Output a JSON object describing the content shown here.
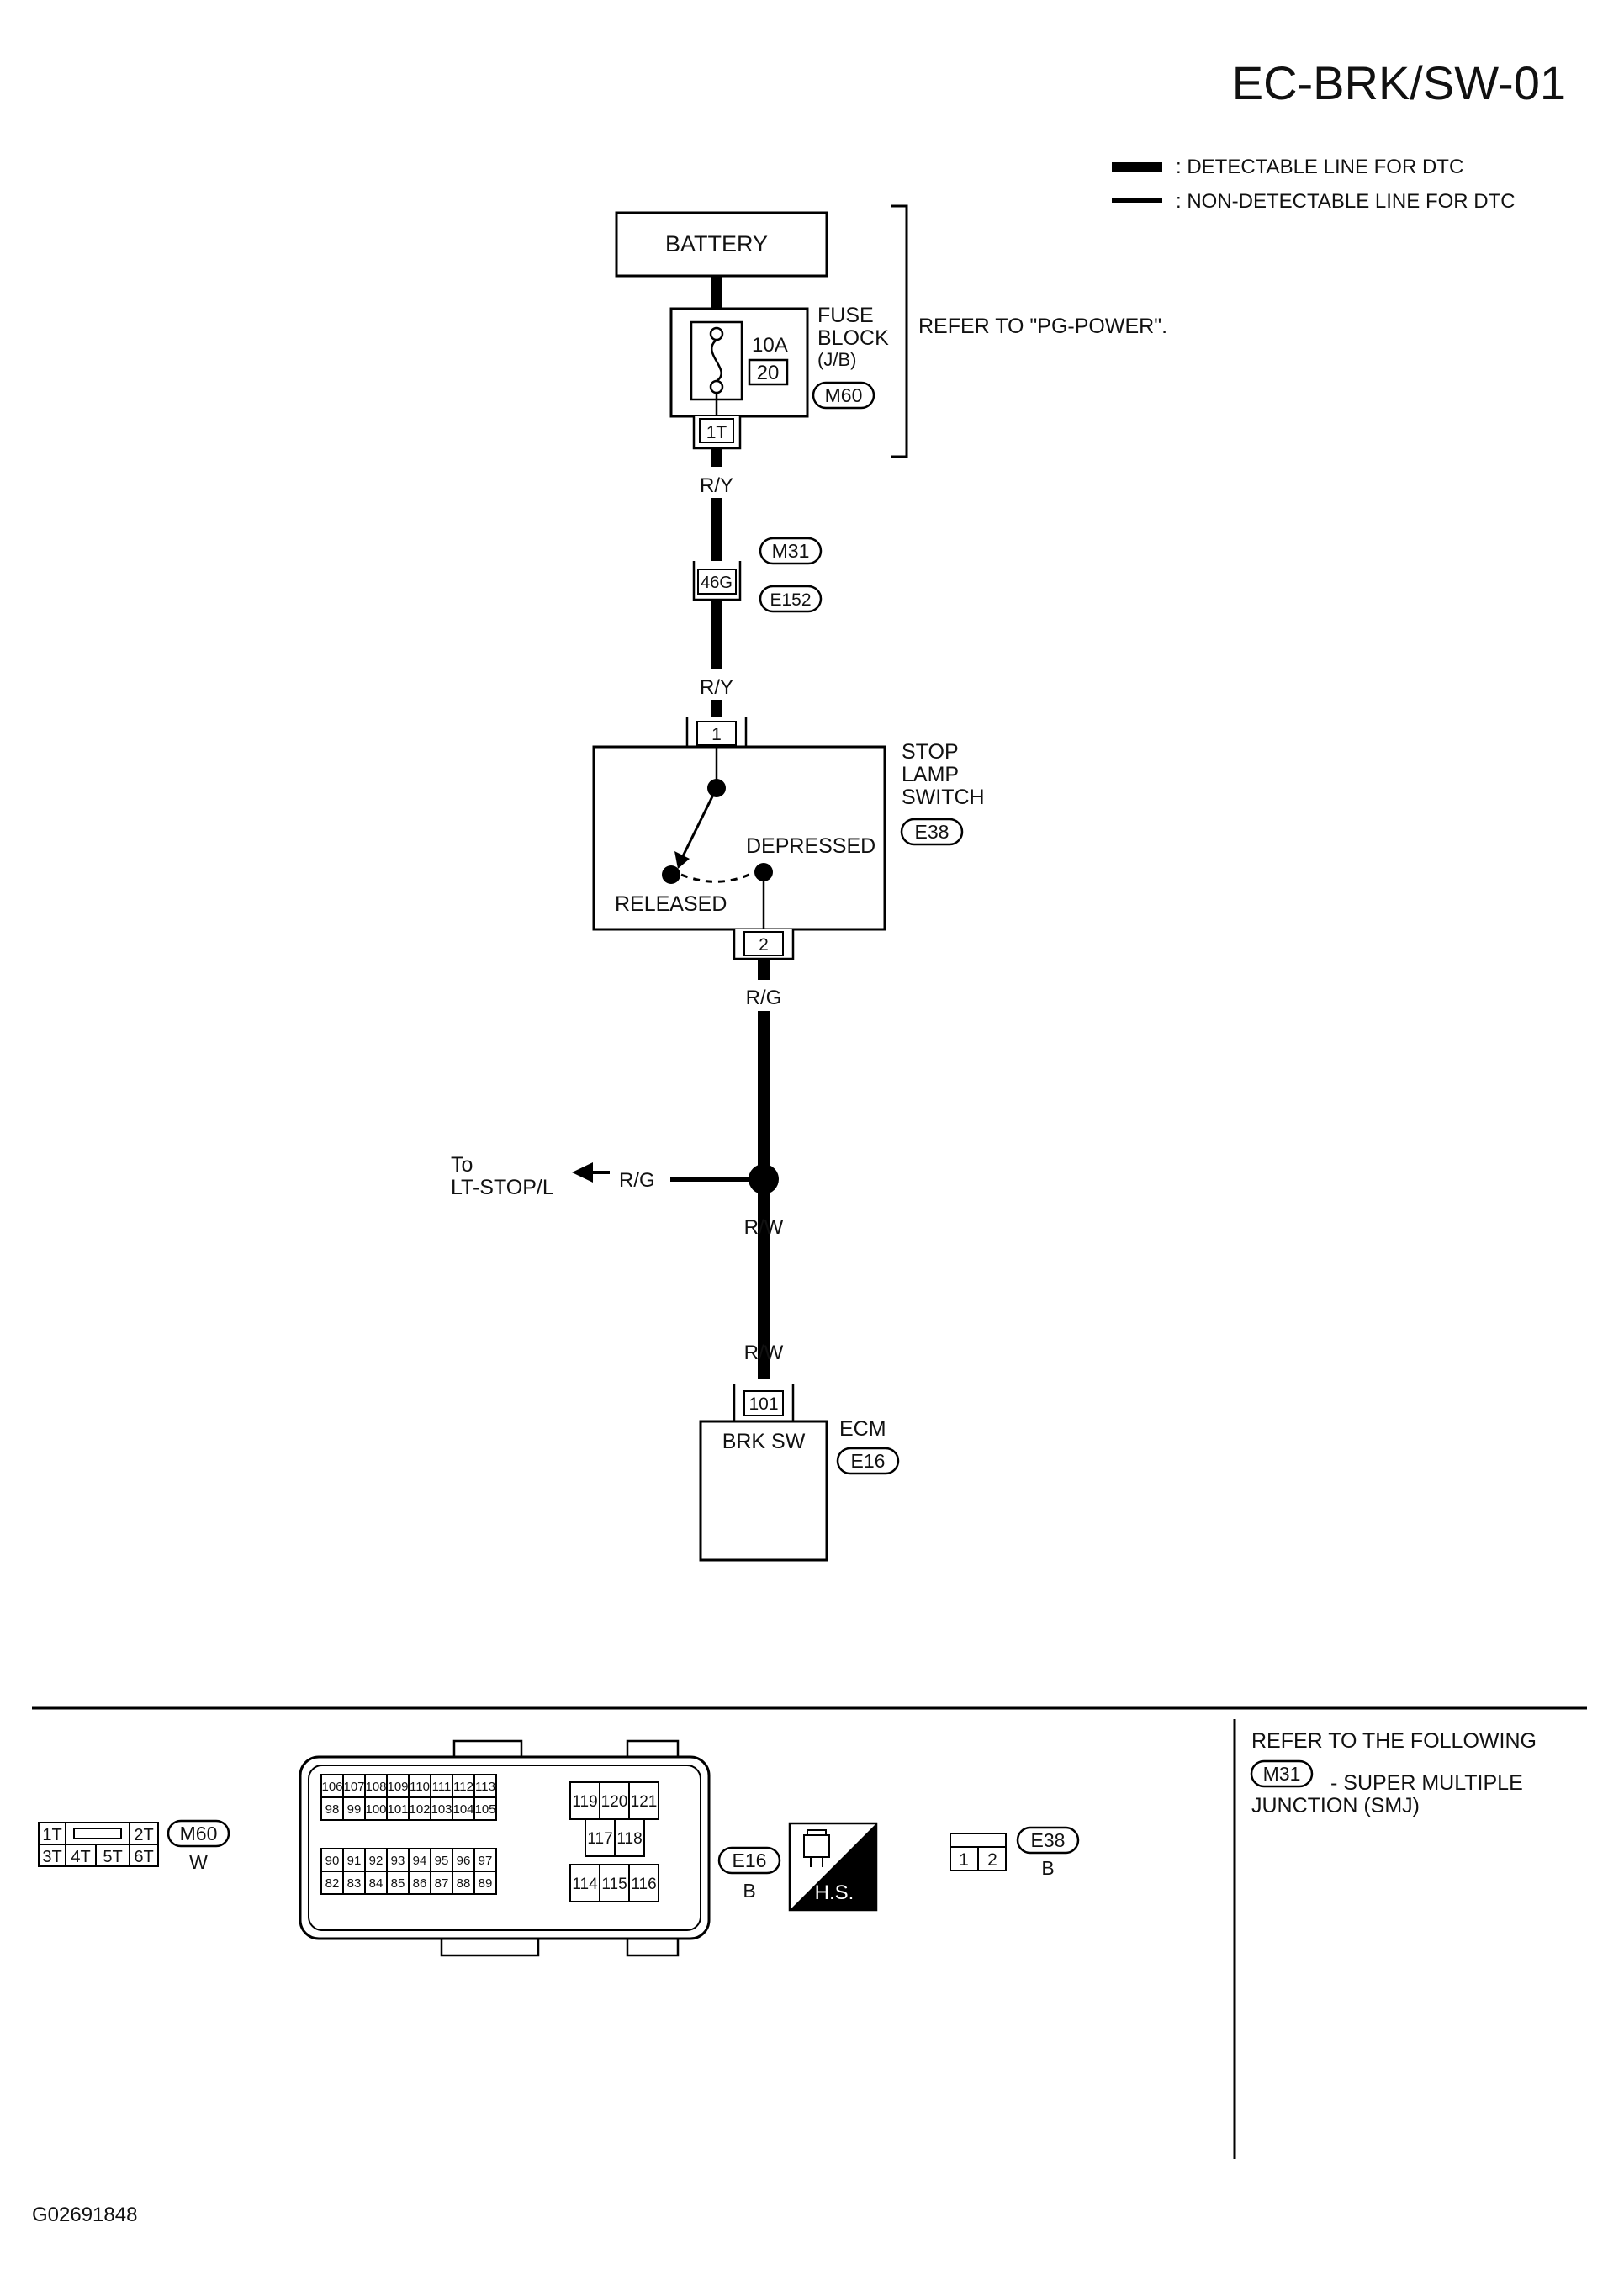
{
  "header": {
    "page_id": "EC-BRK/SW-01"
  },
  "legend": {
    "detectable": ": DETECTABLE LINE FOR DTC",
    "non_detectable": ": NON-DETECTABLE LINE FOR DTC"
  },
  "battery": {
    "label": "BATTERY"
  },
  "fuse_block": {
    "rating": "10A",
    "number": "20",
    "label_1": "FUSE",
    "label_2": "BLOCK",
    "label_3": "(J/B)",
    "connector": "M60",
    "terminal": "1T",
    "note": "REFER TO \"PG-POWER\"."
  },
  "wires": {
    "w1": "R/Y",
    "w2": "R/Y",
    "w3": "R/G",
    "branch": "R/G",
    "w4": "R/W",
    "w5": "R/W"
  },
  "joint": {
    "terminal": "46G",
    "conn_a": "M31",
    "conn_b": "E152"
  },
  "stop_lamp_switch": {
    "label_1": "STOP",
    "label_2": "LAMP",
    "label_3": "SWITCH",
    "connector": "E38",
    "term_in": "1",
    "term_out": "2",
    "depressed": "DEPRESSED",
    "released": "RELEASED"
  },
  "branch_to": {
    "line1": "To",
    "line2": "LT-STOP/L"
  },
  "ecm": {
    "terminal": "101",
    "pin_label": "BRK SW",
    "label": "ECM",
    "connector": "E16"
  },
  "connectors_panel": {
    "m60": {
      "row1": [
        "1T",
        "2T"
      ],
      "row2": [
        "3T",
        "4T",
        "5T",
        "6T"
      ],
      "code": "M60",
      "color": "W"
    },
    "e16": {
      "rowA": [
        "106",
        "107",
        "108",
        "109",
        "110",
        "111",
        "112",
        "113"
      ],
      "rowB": [
        "98",
        "99",
        "100",
        "101",
        "102",
        "103",
        "104",
        "105"
      ],
      "rowC": [
        "90",
        "91",
        "92",
        "93",
        "94",
        "95",
        "96",
        "97"
      ],
      "rowD": [
        "82",
        "83",
        "84",
        "85",
        "86",
        "87",
        "88",
        "89"
      ],
      "right_top": [
        "119",
        "120",
        "121"
      ],
      "right_mid": [
        "117",
        "118"
      ],
      "right_bot": [
        "114",
        "115",
        "116"
      ],
      "code": "E16",
      "color": "B",
      "hs": "H.S."
    },
    "e38": {
      "pins": [
        "1",
        "2"
      ],
      "code": "E38",
      "color": "B"
    }
  },
  "refer": {
    "title": "REFER TO THE FOLLOWING",
    "code": "M31",
    "line1": "- SUPER MULTIPLE",
    "line2": "JUNCTION (SMJ)"
  },
  "footer": {
    "figure_id": "G02691848"
  }
}
